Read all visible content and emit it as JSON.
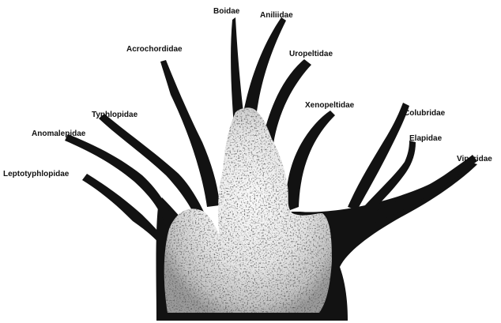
{
  "diagram": {
    "labels": {
      "boidae": "Boidae",
      "aniliidae": "Aniliidae",
      "acrochordidae": "Acrochordidae",
      "uropeltidae": "Uropeltidae",
      "typhlopidae": "Typhlopidae",
      "anomalepidae": "Anomalepidae",
      "leptotyphlopidae": "Leptotyphlopidae",
      "xenopeltidae": "Xenopeltidae",
      "colubridae": "Colubridae",
      "elapidae": "Elapidae",
      "viperidae": "Viperidae"
    },
    "colors": {
      "ink": "#121212",
      "speckle_light": "#f4f4f4",
      "speckle_mid": "#d6d6d6",
      "speckle_dark": "#bcbcbc"
    }
  }
}
